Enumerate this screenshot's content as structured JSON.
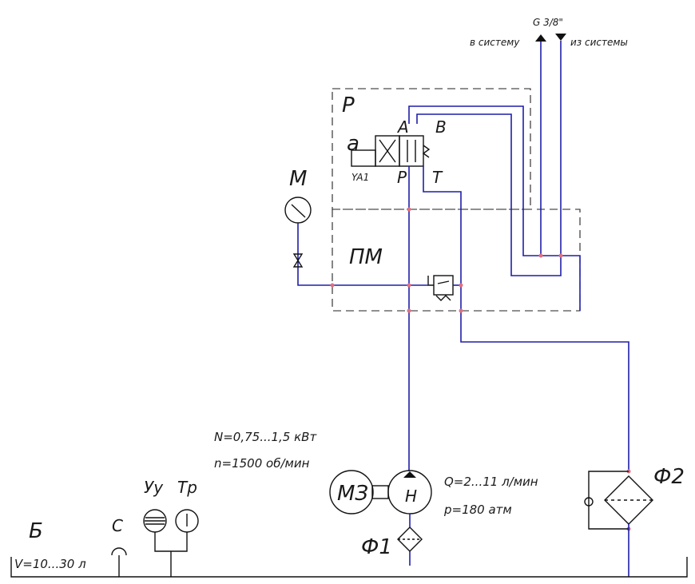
{
  "ports": {
    "thread": "G 3/8\"",
    "to_system": "в систему",
    "from_system": "из системы"
  },
  "valve": {
    "block_label": "Р",
    "side_label": "a",
    "port_a": "A",
    "port_b": "B",
    "port_p": "P",
    "port_t": "T",
    "solenoid": "YA1"
  },
  "gauge": {
    "label": "М"
  },
  "plate": {
    "label": "ПМ"
  },
  "motor": {
    "label": "МЗ",
    "power": "N=0,75...1,5 кВт",
    "speed": "n=1500 об/мин"
  },
  "pump": {
    "label": "Н",
    "flow": "Q=2...11 л/мин",
    "pressure": "p=180 атм"
  },
  "filters": {
    "suction": "Ф1",
    "return": "Ф2"
  },
  "tank": {
    "label": "Б",
    "volume": "V=10...30 л"
  },
  "accessories": {
    "breather": "С",
    "level": "Уу",
    "temp": "Тр"
  }
}
